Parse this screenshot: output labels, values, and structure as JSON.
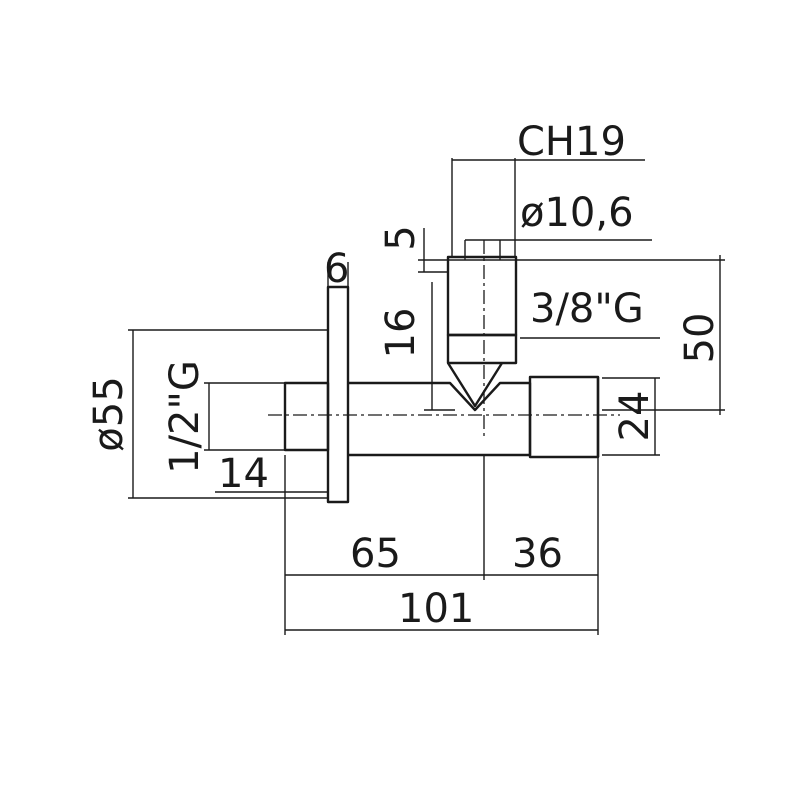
{
  "dimensions": {
    "ch19": "CH19",
    "dia_10_6": "ø10,6",
    "five": "5",
    "six": "6",
    "sixteen": "16",
    "thread_3_8": "3/8\"G",
    "fifty": "50",
    "dia_55": "ø55",
    "thread_1_2": "1/2\"G",
    "fourteen": "14",
    "twenty_four": "24",
    "sixty_five": "65",
    "thirty_six": "36",
    "one_hundred_one": "101"
  },
  "colors": {
    "line": "#1a1a1a",
    "background": "#ffffff"
  }
}
